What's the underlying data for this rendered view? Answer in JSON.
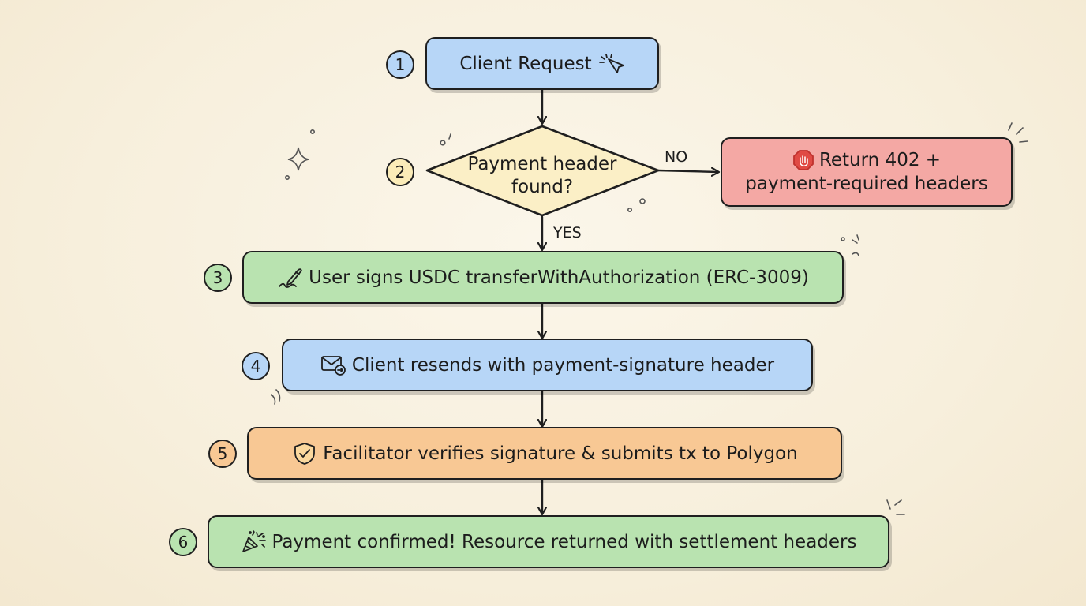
{
  "steps": [
    {
      "num": "1",
      "label": "Client Request",
      "icon": "cursor-click-icon",
      "color": "#b7d6f7"
    },
    {
      "num": "2",
      "label_line1": "Payment header",
      "label_line2": "found?",
      "color": "#fbefc6"
    },
    {
      "num": "3",
      "label": "User signs USDC transferWithAuthorization (ERC-3009)",
      "icon": "pen-icon",
      "color": "#b9e3b0"
    },
    {
      "num": "4",
      "label": "Client resends with payment-signature header",
      "icon": "envelope-send-icon",
      "color": "#b7d6f7"
    },
    {
      "num": "5",
      "label": "Facilitator verifies signature & submits tx to Polygon",
      "icon": "shield-check-icon",
      "color": "#f8c894"
    },
    {
      "num": "6",
      "label": "Payment confirmed! Resource returned with settlement headers",
      "icon": "party-popper-icon",
      "color": "#b9e3b0"
    }
  ],
  "branch": {
    "no_label": "NO",
    "yes_label": "YES",
    "reject_line1": "Return 402 +",
    "reject_line2": "payment-required headers",
    "reject_icon": "stop-hand-icon",
    "reject_color": "#f4a8a4"
  }
}
